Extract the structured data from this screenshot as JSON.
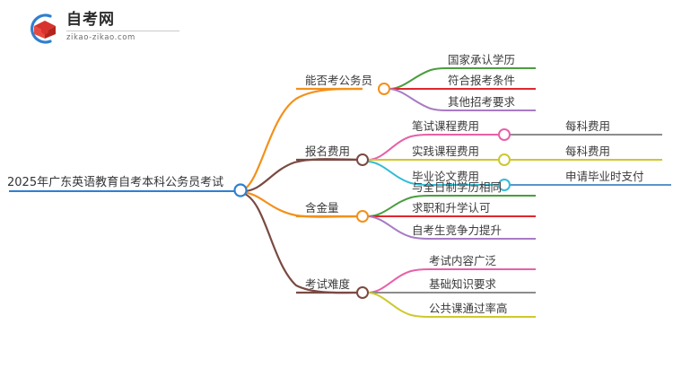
{
  "logo": {
    "name": "zikao-logo",
    "title": "自考网",
    "url": "zikao-zikao.com",
    "arc_color": "#2f7fd0",
    "cap_color": "#d8322e"
  },
  "mindmap": {
    "root": {
      "label": "2025年广东英语教育自考本科公务员考试",
      "color": "#2f7fd0"
    },
    "branches": [
      {
        "label": "能否考公务员",
        "color": "#f39019",
        "children": [
          {
            "label": "国家承认学历",
            "color": "#4a9e3f",
            "children": []
          },
          {
            "label": "符合报考条件",
            "color": "#e0282e",
            "children": []
          },
          {
            "label": "其他招考要求",
            "color": "#a77bc4",
            "children": []
          }
        ]
      },
      {
        "label": "报名费用",
        "color": "#7a4a42",
        "children": [
          {
            "label": "笔试课程费用",
            "color": "#e761a8",
            "children": [
              {
                "label": "每科费用",
                "color": "#8c8c8c"
              }
            ]
          },
          {
            "label": "实践课程费用",
            "color": "#cfc82b",
            "children": [
              {
                "label": "每科费用",
                "color": "#cfc82b"
              }
            ]
          },
          {
            "label": "毕业论文费用",
            "color": "#35bcd6",
            "children": [
              {
                "label": "申请毕业时支付",
                "color": "#5b94c9"
              }
            ]
          }
        ]
      },
      {
        "label": "含金量",
        "color": "#f39019",
        "children": [
          {
            "label": "与全日制学历相同",
            "color": "#4a9e3f",
            "children": []
          },
          {
            "label": "求职和升学认可",
            "color": "#e0282e",
            "children": []
          },
          {
            "label": "自考生竞争力提升",
            "color": "#a77bc4",
            "children": []
          }
        ]
      },
      {
        "label": "考试难度",
        "color": "#7a4a42",
        "children": [
          {
            "label": "考试内容广泛",
            "color": "#e761a8",
            "children": []
          },
          {
            "label": "基础知识要求",
            "color": "#8c8c8c",
            "children": []
          },
          {
            "label": "公共课通过率高",
            "color": "#cfc82b",
            "children": []
          }
        ]
      }
    ]
  }
}
